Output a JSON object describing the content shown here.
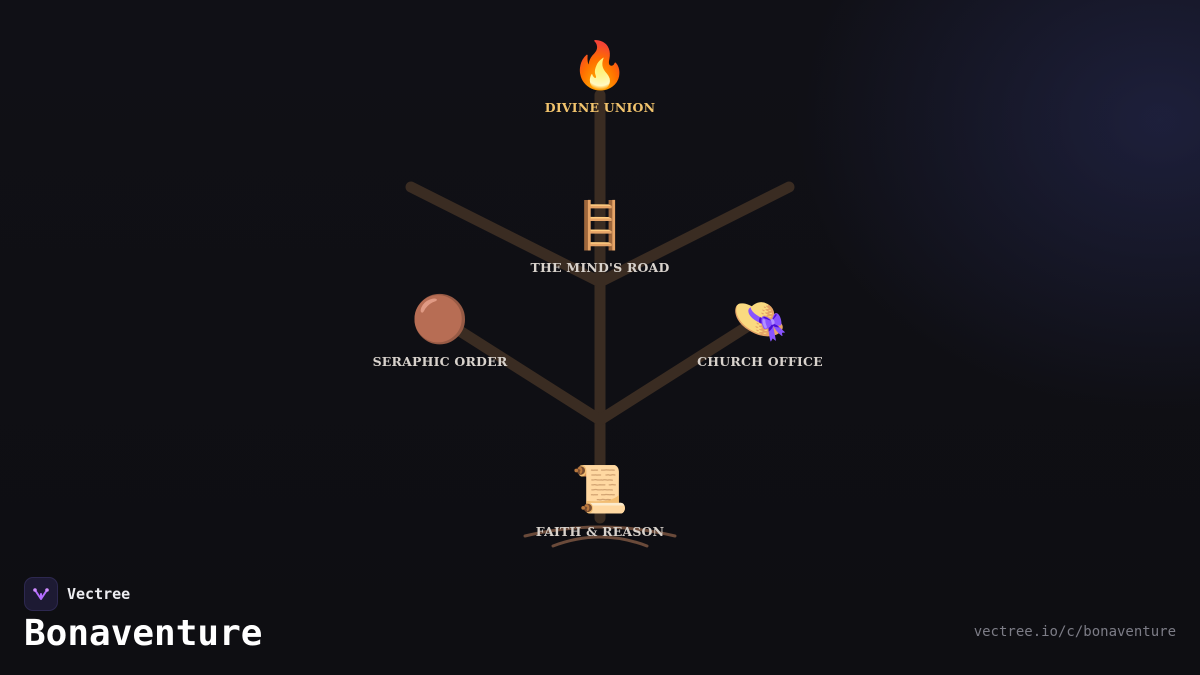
{
  "brand": {
    "name": "Vectree",
    "accent": "#b46cff"
  },
  "page": {
    "title": "Bonaventure",
    "url": "vectree.io/c/bonaventure"
  },
  "colors": {
    "background": "#0f0f13",
    "branch": "#3a2c22",
    "root": "#6a4a3a",
    "top_label": "#f2c46d",
    "label": "#d8d2cc"
  },
  "tree": {
    "nodes": [
      {
        "id": "divine-union",
        "label": "DIVINE UNION",
        "icon": "fire-icon",
        "glyph": "🔥"
      },
      {
        "id": "minds-road",
        "label": "THE MIND'S ROAD",
        "icon": "ladder-icon",
        "glyph": "🪜"
      },
      {
        "id": "seraphic-order",
        "label": "SERAPHIC ORDER",
        "icon": "brown-circle-icon",
        "glyph": "🟤"
      },
      {
        "id": "church-office",
        "label": "CHURCH OFFICE",
        "icon": "hat-icon",
        "glyph": "👒"
      },
      {
        "id": "faith-reason",
        "label": "FAITH & REASON",
        "icon": "scroll-icon",
        "glyph": "📜"
      }
    ]
  }
}
